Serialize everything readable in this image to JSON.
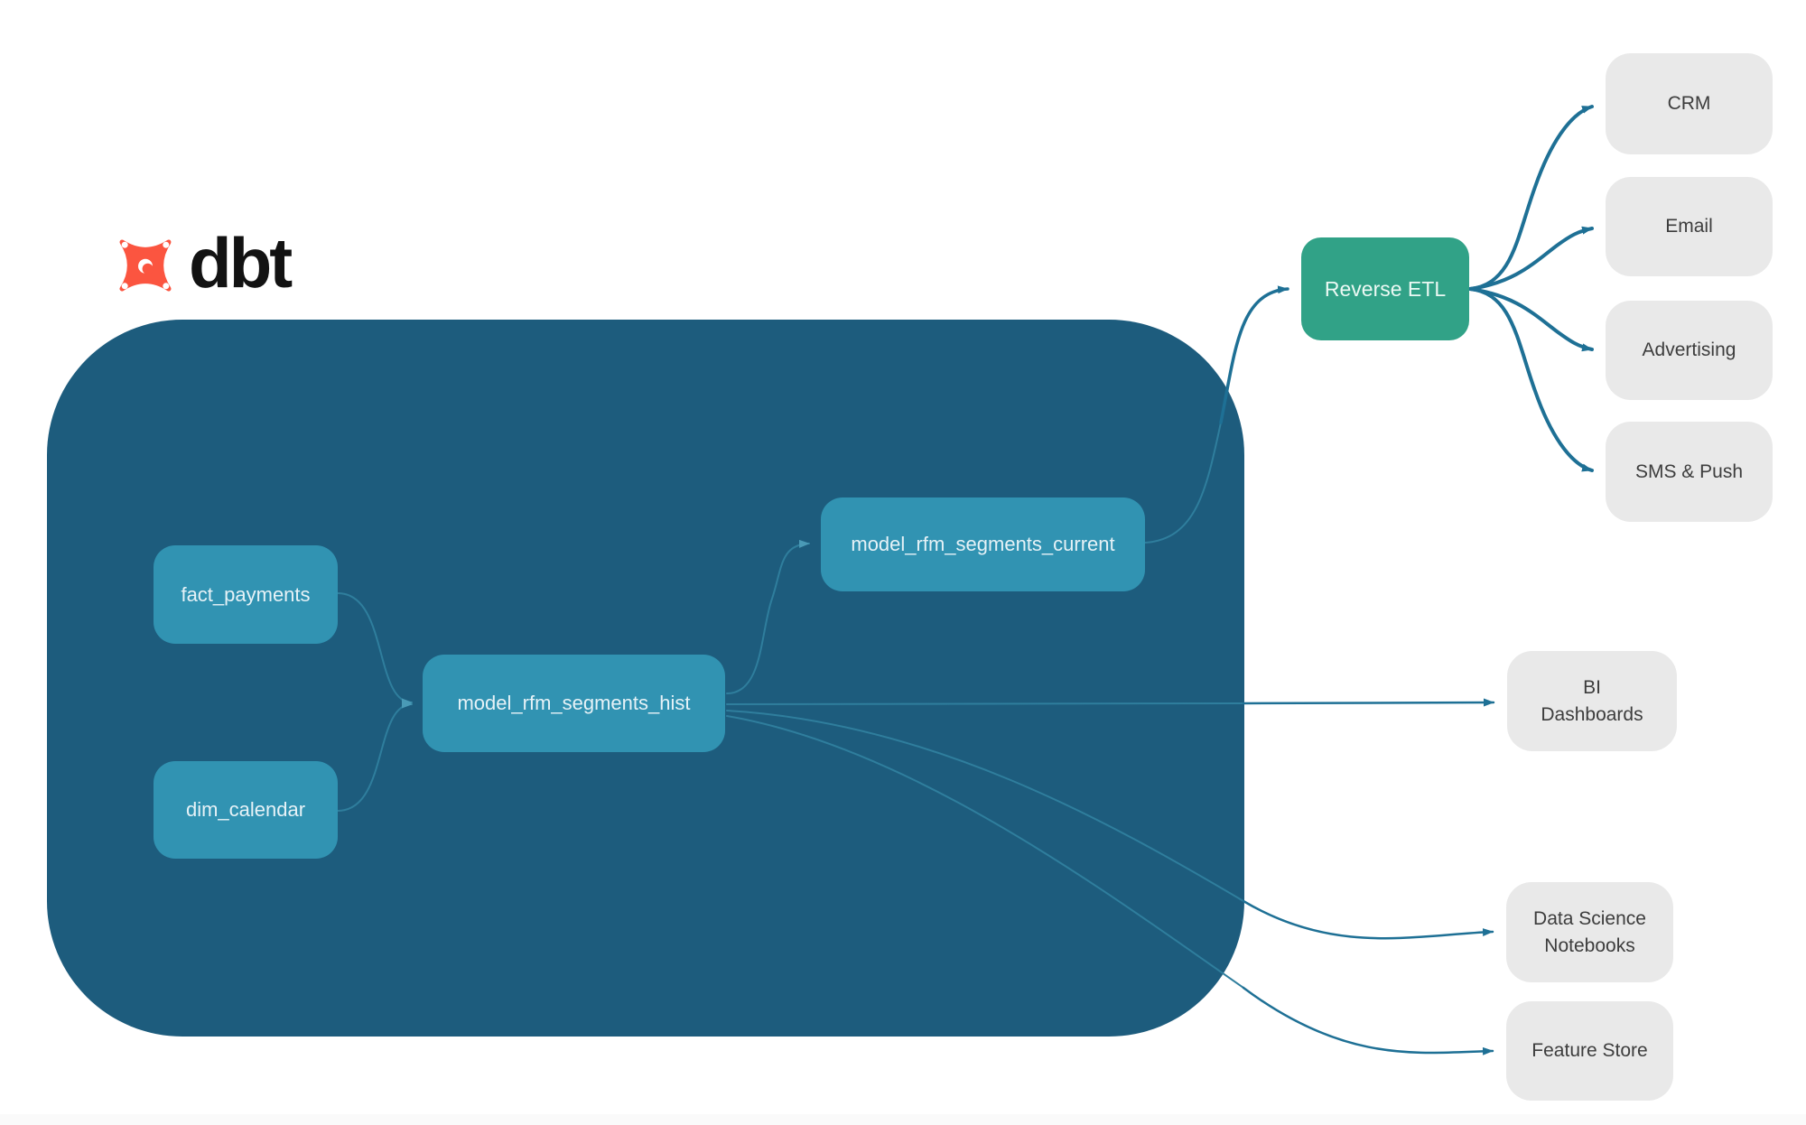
{
  "brand": {
    "name": "dbt"
  },
  "colors": {
    "container_background": "#1d5c7d",
    "model_node": "#3193b2",
    "reverse_etl_node": "#31a287",
    "destination_node": "#e9e9e9",
    "edge_outside": "#1e7095",
    "edge_inside": "#2f7e9d",
    "logo_orange": "#fb5540",
    "node_text_light": "#e6f2f7",
    "node_text_dark": "#3d3d3d"
  },
  "nodes": {
    "fact_payments": {
      "label": "fact_payments"
    },
    "dim_calendar": {
      "label": "dim_calendar"
    },
    "model_rfm_segments_hist": {
      "label": "model_rfm_segments_hist"
    },
    "model_rfm_segments_current": {
      "label": "model_rfm_segments_current"
    },
    "reverse_etl": {
      "label": "Reverse ETL"
    },
    "crm": {
      "label": "CRM"
    },
    "email": {
      "label": "Email"
    },
    "advertising": {
      "label": "Advertising"
    },
    "sms_push": {
      "label": "SMS & Push"
    },
    "bi_dashboards": {
      "label": "BI Dashboards"
    },
    "data_science_notebooks": {
      "label": "Data Science Notebooks"
    },
    "feature_store": {
      "label": "Feature Store"
    }
  },
  "edges": [
    {
      "from": "fact_payments",
      "to": "model_rfm_segments_hist"
    },
    {
      "from": "dim_calendar",
      "to": "model_rfm_segments_hist"
    },
    {
      "from": "model_rfm_segments_hist",
      "to": "model_rfm_segments_current"
    },
    {
      "from": "model_rfm_segments_current",
      "to": "reverse_etl"
    },
    {
      "from": "reverse_etl",
      "to": "crm"
    },
    {
      "from": "reverse_etl",
      "to": "email"
    },
    {
      "from": "reverse_etl",
      "to": "advertising"
    },
    {
      "from": "reverse_etl",
      "to": "sms_push"
    },
    {
      "from": "model_rfm_segments_hist",
      "to": "bi_dashboards"
    },
    {
      "from": "model_rfm_segments_hist",
      "to": "data_science_notebooks"
    },
    {
      "from": "model_rfm_segments_hist",
      "to": "feature_store"
    }
  ]
}
